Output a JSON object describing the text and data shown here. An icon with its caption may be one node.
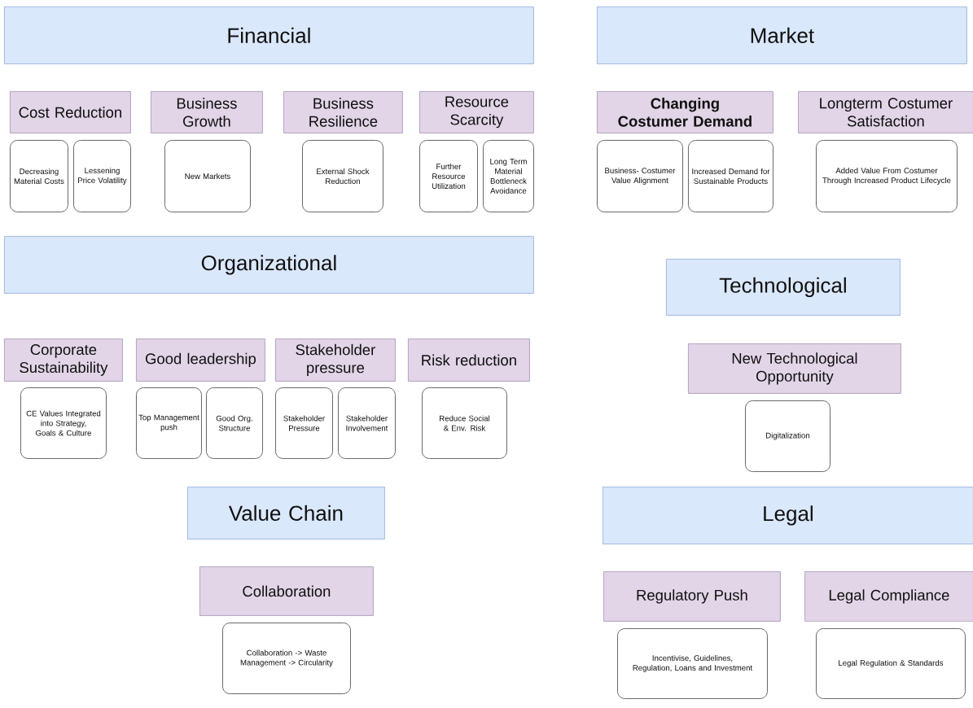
{
  "diagram": {
    "nodes": [
      {
        "text": [
          "Financial"
        ]
      },
      {
        "text": [
          "Cost Reduction"
        ]
      },
      {
        "text": [
          "Decreasing Material Costs"
        ]
      },
      {
        "text": [
          "Lessening Price Volatility"
        ]
      },
      {
        "text": [
          "Business Growth"
        ]
      },
      {
        "text": [
          "New Markets"
        ]
      },
      {
        "text": [
          "Business Resilience"
        ]
      },
      {
        "text": [
          "External Shock Reduction"
        ]
      },
      {
        "text": [
          "Resource Scarcity"
        ]
      },
      {
        "text": [
          "Further Resource Utilization"
        ]
      },
      {
        "text": [
          "Long Term Material Bottleneck Avoidance"
        ]
      },
      {
        "text": [
          "Market"
        ]
      },
      {
        "text": [
          "Changing Costumer Demand"
        ]
      },
      {
        "text": [
          "Business- Costumer Value Alignment"
        ]
      },
      {
        "text": [
          "Increased Demand for Sustainable Products"
        ]
      },
      {
        "text": [
          "Longterm Costumer Satisfaction"
        ]
      },
      {
        "text": [
          "Added Value From Costumer Through Increased Product Lifecycle"
        ]
      },
      {
        "text": [
          "Organizational"
        ]
      },
      {
        "text": [
          "Corporate Sustainability"
        ]
      },
      {
        "text": [
          "CE Values Integrated into Strategy, Goals & Culture"
        ]
      },
      {
        "text": [
          "Good leadership"
        ]
      },
      {
        "text": [
          "Top Management push"
        ]
      },
      {
        "text": [
          "Good Org. Structure"
        ]
      },
      {
        "text": [
          "Stakeholder pressure"
        ]
      },
      {
        "text": [
          "Stakeholder Pressure"
        ]
      },
      {
        "text": [
          "Stakeholder Involvement"
        ]
      },
      {
        "text": [
          "Risk reduction"
        ]
      },
      {
        "text": [
          "Reduce Social & Env. Risk"
        ]
      },
      {
        "text": [
          "Technological"
        ]
      },
      {
        "text": [
          "New Technological Opportunity"
        ]
      },
      {
        "text": [
          "Digitalization"
        ]
      },
      {
        "text": [
          "Value Chain"
        ]
      },
      {
        "text": [
          "Collaboration"
        ]
      },
      {
        "text": [
          "Collaboration -> Waste Management -> Circularity"
        ]
      },
      {
        "text": [
          "Legal"
        ]
      },
      {
        "text": [
          "Regulatory Push"
        ]
      },
      {
        "text": [
          "Legal Compliance"
        ]
      },
      {
        "text": [
          "Incentivise, Guidelines, Regulation, Loans and Investment"
        ]
      },
      {
        "text": [
          "Legal Regulation & Standards"
        ]
      }
    ]
  }
}
